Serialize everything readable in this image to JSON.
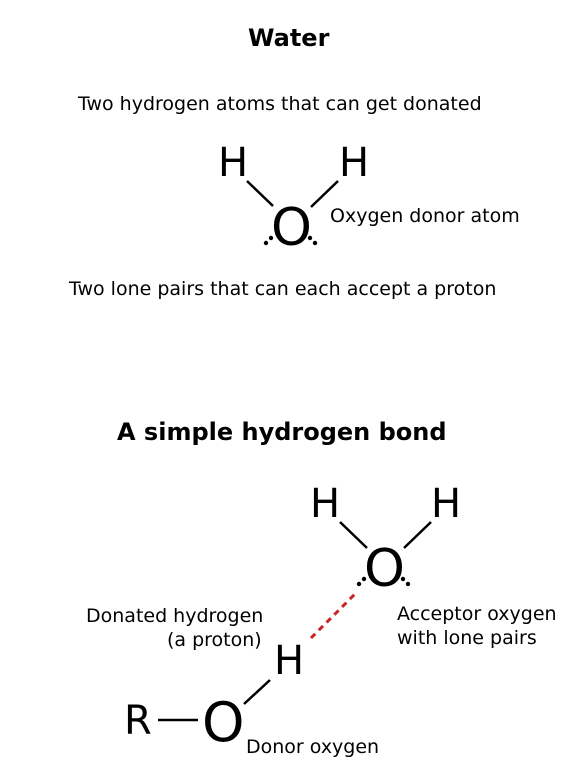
{
  "water": {
    "title": "Water",
    "caption_top": "Two hydrogen atoms that can get donated",
    "label_oxygen": "Oxygen donor atom",
    "caption_bottom": "Two lone pairs that can each accept a proton",
    "atoms": {
      "h1": "H",
      "h2": "H",
      "o": "O"
    }
  },
  "hbond": {
    "title": "A simple hydrogen bond",
    "atoms": {
      "h1": "H",
      "h2": "H",
      "o_acceptor": "O",
      "h_donated": "H",
      "o_donor": "O",
      "r": "R"
    },
    "label_donated_line1": "Donated hydrogen",
    "label_donated_line2": "(a proton)",
    "label_acceptor_line1": "Acceptor oxygen",
    "label_acceptor_line2": "with lone pairs",
    "label_donor": "Donor oxygen",
    "hbond_color": "#cc2222"
  }
}
